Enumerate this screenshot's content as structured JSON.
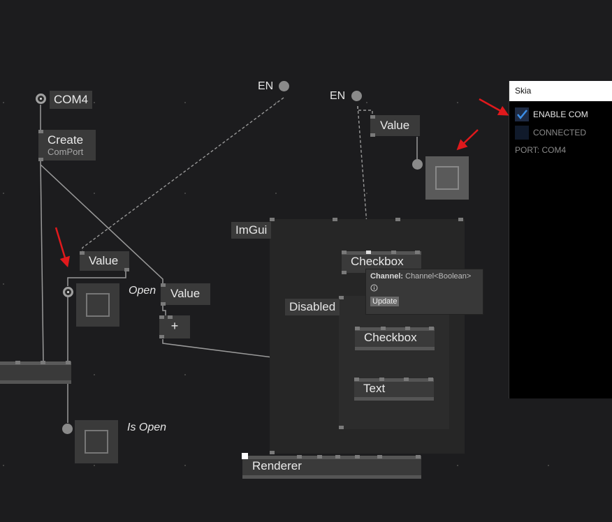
{
  "nodes": {
    "com4": "COM4",
    "create_title": "Create",
    "create_sub": "ComPort",
    "value1": "Value",
    "value2": "Value",
    "value_top": "Value",
    "plus": "+",
    "imgui": "ImGui",
    "checkbox1": "Checkbox",
    "disabled": "Disabled",
    "checkbox2": "Checkbox",
    "text": "Text",
    "renderer": "Renderer"
  },
  "io": {
    "en1": "EN",
    "en2": "EN",
    "open": "Open",
    "is_open": "Is Open"
  },
  "tooltip": {
    "key": "Channel:",
    "value": "Channel<Boolean>",
    "info_icon": "info-icon",
    "update_label": "Update"
  },
  "skia": {
    "title": "Skia",
    "enable_label": "ENABLE COM",
    "enable_checked": true,
    "connected_label": "CONNECTED",
    "connected_checked": false,
    "port_text": "PORT: COM4"
  },
  "colors": {
    "background": "#1c1c1e",
    "node": "#3a3a3a",
    "annotation_arrow": "#e0191c",
    "check": "#3b8ee8"
  }
}
